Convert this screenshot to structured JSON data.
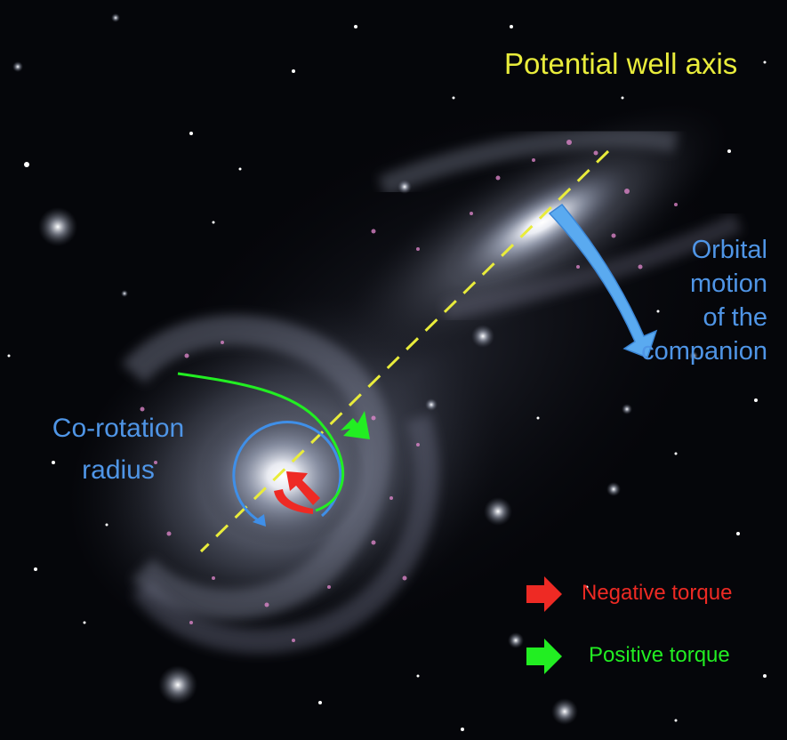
{
  "annotations": {
    "potential_well_axis": "Potential well axis",
    "orbital_motion": [
      "Orbital",
      "motion",
      "of the",
      "companion"
    ],
    "corotation": [
      "Co-rotation",
      "radius"
    ]
  },
  "legend": [
    {
      "label": "Negative torque",
      "color": "#ee2a24",
      "icon": "red-arrow-icon"
    },
    {
      "label": "Positive torque",
      "color": "#22ee22",
      "icon": "green-arrow-icon"
    }
  ],
  "colors": {
    "axis_line": "#e9ec3b",
    "orbit_arrow": "#5aaaf0",
    "corotation_circle": "#3f8fe8",
    "stream_curve": "#22ee22",
    "negative_arrow": "#ee2a24",
    "positive_arrow": "#22ee22"
  }
}
